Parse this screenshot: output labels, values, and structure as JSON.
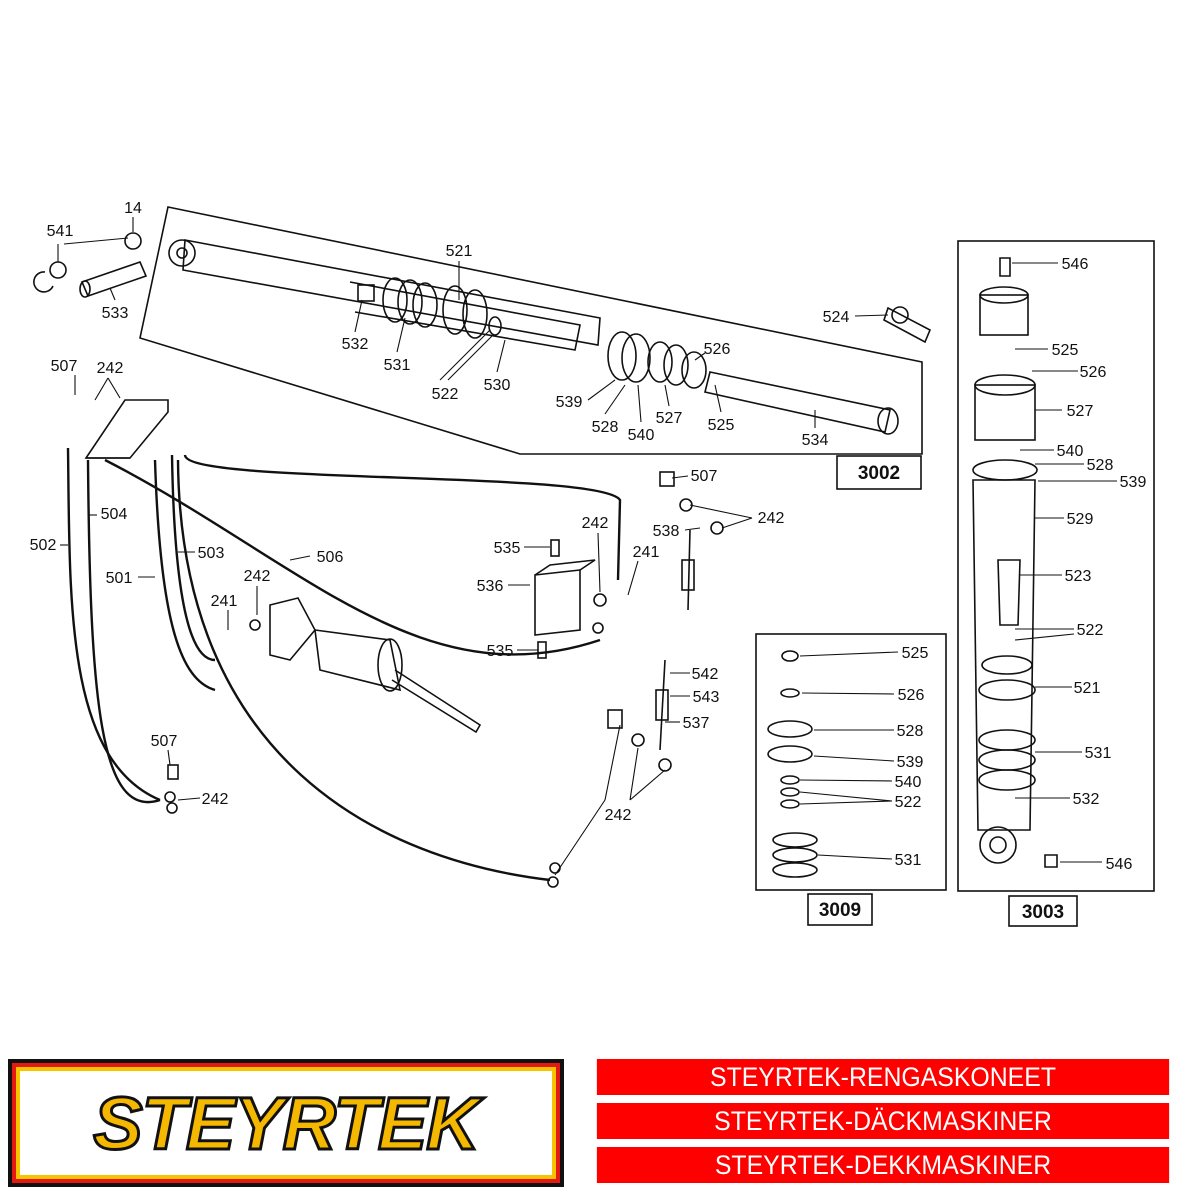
{
  "diagram": {
    "labels": [
      "14",
      "541",
      "533",
      "521",
      "532",
      "531",
      "522",
      "530",
      "539",
      "528",
      "540",
      "527",
      "526",
      "525",
      "534",
      "524",
      "546",
      "525",
      "526",
      "527",
      "540",
      "528",
      "539",
      "529",
      "523",
      "522",
      "521",
      "531",
      "532",
      "546",
      "525",
      "526",
      "528",
      "539",
      "540",
      "522",
      "531",
      "507",
      "242",
      "504",
      "502",
      "503",
      "501",
      "506",
      "242",
      "241",
      "507",
      "242",
      "507",
      "242",
      "538",
      "242",
      "535",
      "241",
      "536",
      "535",
      "542",
      "543",
      "537",
      "242"
    ],
    "boxes": [
      "3002",
      "3009",
      "3003"
    ]
  },
  "footer": {
    "logo_text": "STEYRTEK",
    "banners": [
      "STEYRTEK-RENGASKONEET",
      "STEYRTEK-DÄCKMASKINER",
      "STEYRTEK-DEKKMASKINER"
    ],
    "colors": {
      "banner": "#fe0000",
      "logo_yellow": "#f7c400",
      "logo_red": "#e41a12"
    }
  }
}
